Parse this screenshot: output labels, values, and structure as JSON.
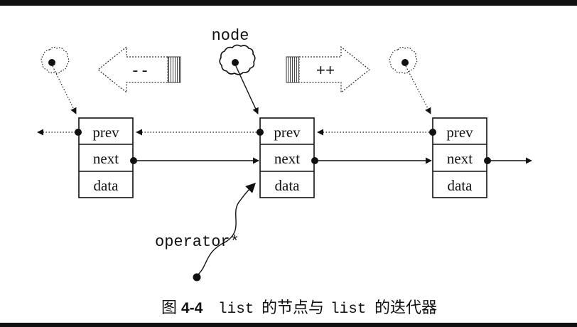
{
  "labels": {
    "node": "node",
    "operator": "operator*",
    "decrement": "--",
    "increment": "++"
  },
  "nodes": [
    {
      "fields": [
        "prev",
        "next",
        "data"
      ]
    },
    {
      "fields": [
        "prev",
        "next",
        "data"
      ]
    },
    {
      "fields": [
        "prev",
        "next",
        "data"
      ]
    }
  ],
  "caption": {
    "prefix": "图",
    "number": "4-4",
    "code1": "list",
    "text1": "的节点与",
    "code2": "list",
    "text2": "的迭代器"
  }
}
